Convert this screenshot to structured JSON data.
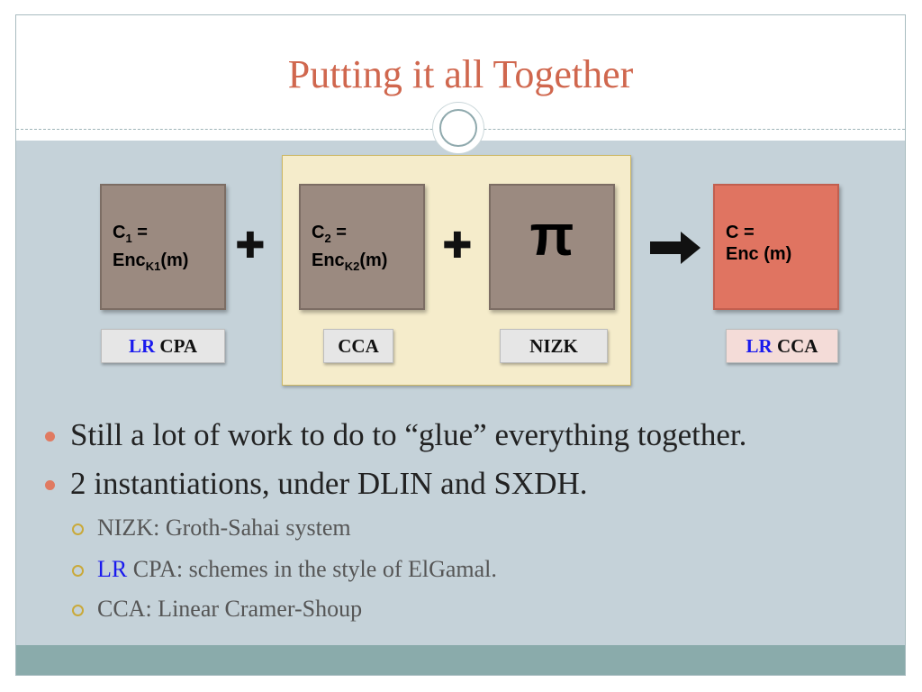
{
  "title": "Putting it all Together",
  "boxes": {
    "c1": {
      "line1_pre": "C",
      "line1_sub": "1",
      "line1_post": " =",
      "line2_pre": "Enc",
      "line2_sub": "K1",
      "line2_post": "(m)"
    },
    "c2": {
      "line1_pre": "C",
      "line1_sub": "2",
      "line1_post": " =",
      "line2_pre": "Enc",
      "line2_sub": "K2",
      "line2_post": "(m)"
    },
    "pi": {
      "symbol": "π"
    },
    "result": {
      "line1": "C =",
      "line2": "Enc (m)"
    }
  },
  "operators": {
    "plus": "✚"
  },
  "labels": {
    "c1": {
      "lr": "LR",
      "rest": " CPA"
    },
    "c2": {
      "text": "CCA"
    },
    "pi": {
      "text": "NIZK"
    },
    "result": {
      "lr": "LR",
      "rest": " CCA"
    }
  },
  "bullets": [
    "Still a lot of work to do to “glue” everything together.",
    "2 instantiations, under DLIN and SXDH."
  ],
  "sub_bullets": [
    {
      "lr": "",
      "text": "NIZK: Groth-Sahai system"
    },
    {
      "lr": "LR",
      "text": " CPA: schemes in the style of ElGamal."
    },
    {
      "lr": "",
      "text": "CCA: Linear Cramer-Shoup"
    }
  ],
  "colors": {
    "title": "#d0674e",
    "box": "#9b8a80",
    "result_box": "#e07461",
    "group_bg": "#f5eccb",
    "content_bg": "#c5d2d9",
    "lr_blue": "#1a1aee"
  }
}
